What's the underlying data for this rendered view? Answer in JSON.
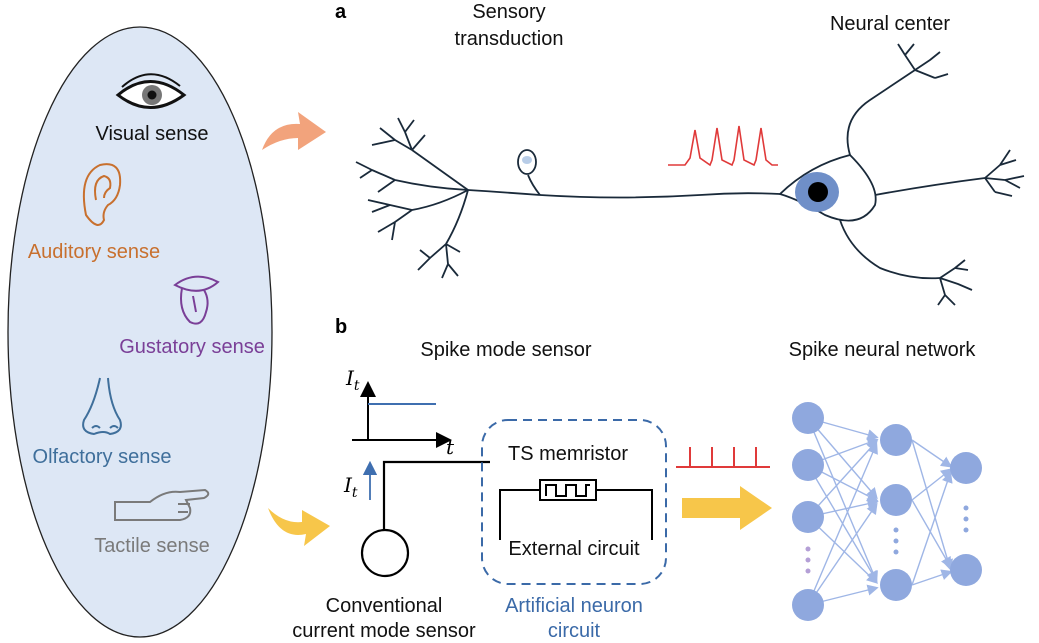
{
  "senses": {
    "visual": "Visual sense",
    "auditory": "Auditory sense",
    "gustatory": "Gustatory sense",
    "olfactory": "Olfactory sense",
    "tactile": "Tactile sense"
  },
  "panel_a": {
    "letter": "a",
    "sensory_line1": "Sensory",
    "sensory_line2": "transduction",
    "neural_center": "Neural center"
  },
  "panel_b": {
    "letter": "b",
    "spike_mode_sensor": "Spike mode sensor",
    "spike_neural_network": "Spike neural network",
    "axis_y": "I",
    "axis_sub": "t",
    "axis_x": "t",
    "current_label": "I",
    "current_sub": "t",
    "ts_memristor": "TS memristor",
    "external_circuit": "External circuit",
    "conventional_line1": "Conventional",
    "conventional_line2": "current mode sensor",
    "artificial_line1": "Artificial neuron",
    "artificial_line2": "circuit"
  },
  "colors": {
    "visual": "#111111",
    "auditory": "#c8702e",
    "gustatory": "#7a3f97",
    "olfactory": "#3f6f9b",
    "tactile": "#7a7a7a",
    "spike": "#e03a3a",
    "ellipse_fill": "#dde7f5",
    "node": "#8fa8de",
    "edge": "#9fb6e6",
    "dashed_box": "#3b6aa8",
    "arrow_orange": "#f2a37c",
    "arrow_yellow": "#f7c64a"
  },
  "icons": [
    "eye-icon",
    "ear-icon",
    "tongue-icon",
    "nose-icon",
    "hand-icon"
  ]
}
